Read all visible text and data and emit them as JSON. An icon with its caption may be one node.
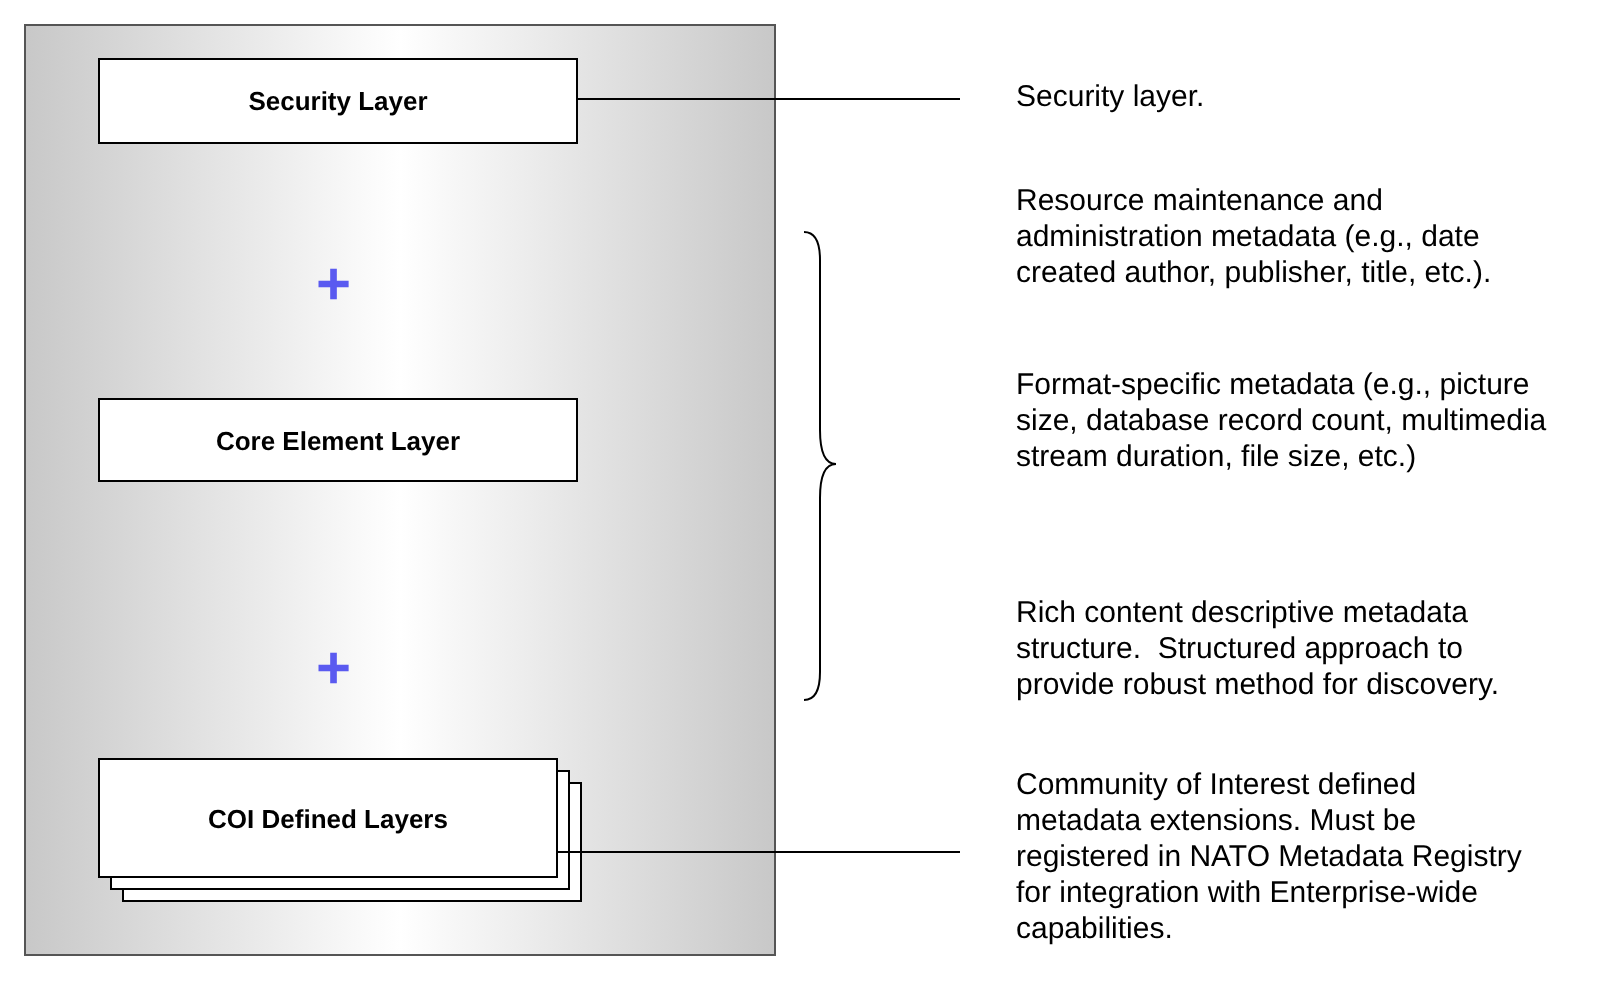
{
  "diagram": {
    "nodes": [
      {
        "text": [],
        "shape": "box"
      },
      {
        "text": [
          "Security Layer"
        ],
        "in": 0
      },
      {
        "text": [
          "Core Element Layer"
        ],
        "in": 0
      },
      {
        "text": [
          "COI Defined Layers"
        ],
        "in": 0
      },
      {
        "text": [
          "Security layer."
        ]
      },
      {
        "text": [
          "Resource maintenance and administration metadata (e.g., date created author, publisher, title, etc.)."
        ]
      },
      {
        "text": [
          "Format-specific metadata (e.g., picture size, database record count, multimedia stream duration, file size, etc.)"
        ]
      },
      {
        "text": [
          "Rich content descriptive metadata structure.  Structured approach to provide robust method for discovery."
        ]
      },
      {
        "text": [
          "Community of Interest defined metadata extensions. Must be registered in NATO Metadata Registry for integration with Enterprise-wide capabilities."
        ]
      }
    ],
    "edges": [
      {
        "from": 1,
        "to": 4,
        "arrow": "none"
      },
      {
        "from": 3,
        "to": 8,
        "arrow": "none"
      }
    ],
    "labels": [
      "+",
      "+"
    ]
  }
}
